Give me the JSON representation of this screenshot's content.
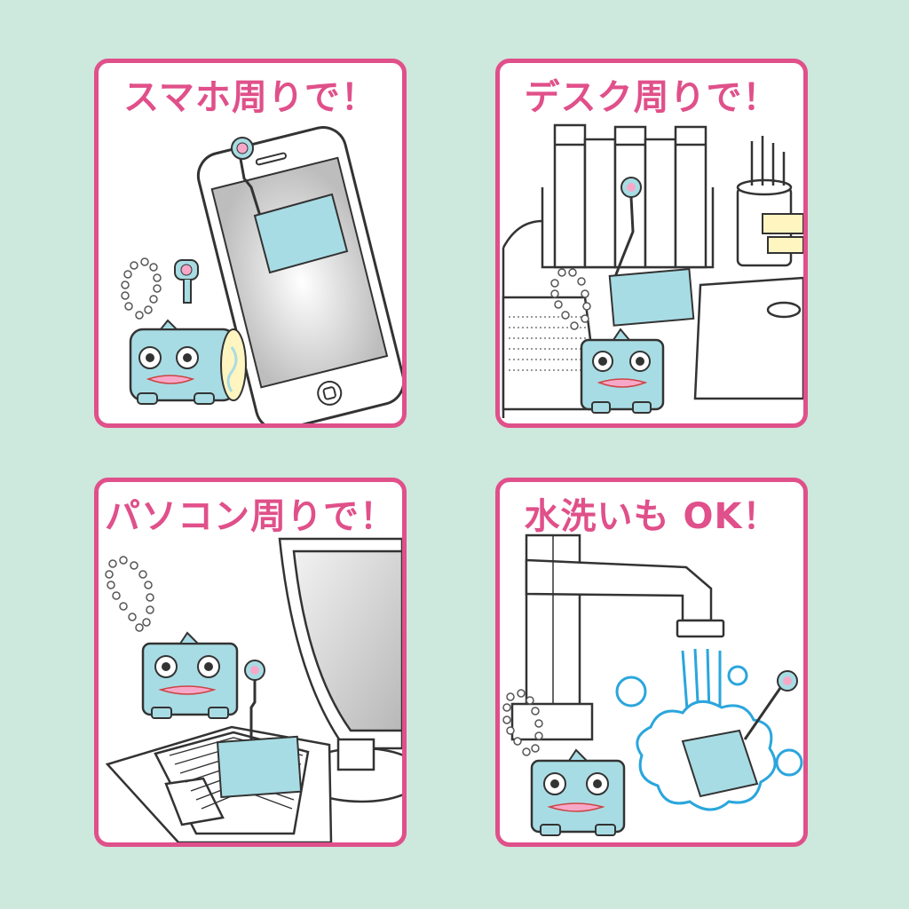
{
  "panels": [
    {
      "caption": "スマホ周りで！"
    },
    {
      "caption": "デスク周りで！"
    },
    {
      "caption": "パソコン周りで！"
    },
    {
      "caption": "水洗いも OK！"
    }
  ],
  "colors": {
    "background": "#cde8dc",
    "panel_border": "#e0508a",
    "caption_text": "#e0508a",
    "character_body": "#a8dce4",
    "outline": "#333333",
    "water": "#2aa6dc"
  },
  "icons": [
    "smartphone-icon",
    "desk-icon",
    "laptop-icon",
    "faucet-icon",
    "cleaner-keychain-icon",
    "ball-chain-icon"
  ]
}
